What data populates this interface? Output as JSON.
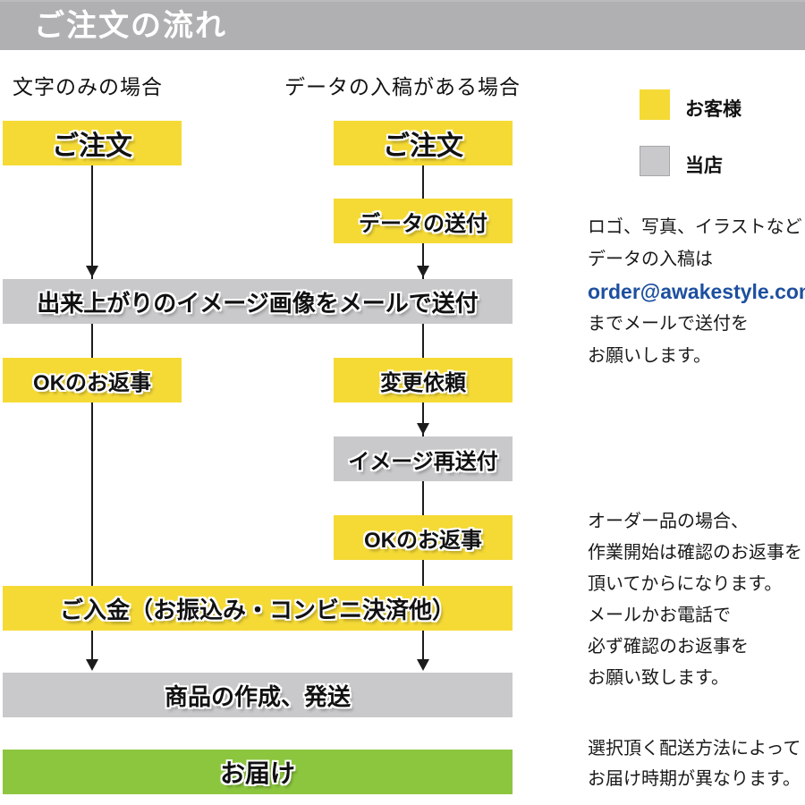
{
  "header": {
    "title": "ご注文の流れ"
  },
  "columns": {
    "left": {
      "label": "文字のみの場合"
    },
    "right": {
      "label": "データの入稿がある場合"
    }
  },
  "legend": {
    "customer": {
      "label": "お客様",
      "color": "#f5da36"
    },
    "shop": {
      "label": "当店",
      "color": "#c9c9cb"
    }
  },
  "colors": {
    "customer_yellow": "#f5da36",
    "shop_gray": "#c9c9cb",
    "header_gray": "#b0b0b2",
    "delivery_green": "#8cc63f",
    "email_blue": "#1d4f9f"
  },
  "flow": {
    "boxes": [
      {
        "id": "order-left",
        "label": "ご注文",
        "actor": "customer",
        "column": "left"
      },
      {
        "id": "order-right",
        "label": "ご注文",
        "actor": "customer",
        "column": "right"
      },
      {
        "id": "data-send",
        "label": "データの送付",
        "actor": "customer",
        "column": "right"
      },
      {
        "id": "image-send",
        "label": "出来上がりのイメージ画像をメールで送付",
        "actor": "shop",
        "column": "both"
      },
      {
        "id": "ok-left",
        "label": "OKのお返事",
        "actor": "customer",
        "column": "left"
      },
      {
        "id": "change-request",
        "label": "変更依頼",
        "actor": "customer",
        "column": "right"
      },
      {
        "id": "image-resend",
        "label": "イメージ再送付",
        "actor": "shop",
        "column": "right"
      },
      {
        "id": "ok-right",
        "label": "OKのお返事",
        "actor": "customer",
        "column": "right"
      },
      {
        "id": "payment",
        "label": "ご入金（お振込み・コンビニ決済他）",
        "actor": "customer",
        "column": "both"
      },
      {
        "id": "production",
        "label": "商品の作成、発送",
        "actor": "shop",
        "column": "both"
      },
      {
        "id": "delivery",
        "label": "お届け",
        "actor": "delivery",
        "column": "both"
      }
    ]
  },
  "notes": {
    "data_submission": {
      "lines": [
        "ロゴ、写真、イラストなど",
        "データの入稿は",
        "order@awakestyle.com",
        "までメールで送付を",
        "お願いします。"
      ],
      "email": "order@awakestyle.com"
    },
    "confirmation": {
      "lines": [
        "オーダー品の場合、",
        "作業開始は確認のお返事を",
        "頂いてからになります。",
        "メールかお電話で",
        "必ず確認のお返事を",
        "お願い致します。"
      ]
    },
    "delivery_timing": {
      "lines": [
        "選択頂く配送方法によって",
        "お届け時期が異なります。"
      ]
    }
  }
}
